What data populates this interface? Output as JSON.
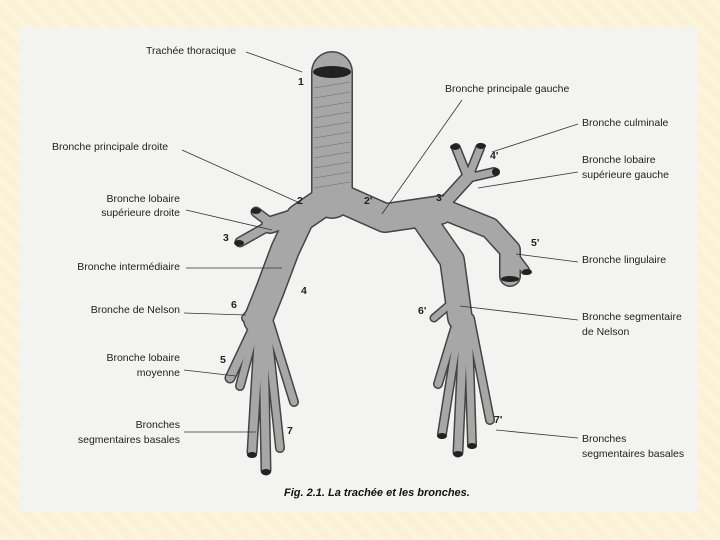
{
  "labels": {
    "trachee": "Trachée thoracique",
    "bpg": "Bronche principale gauche",
    "bculm": "Bronche culminale",
    "bpd": "Bronche principale droite",
    "blsg_1": "Bronche lobaire",
    "blsg_2": "supérieure gauche",
    "blsd_1": "Bronche lobaire",
    "blsd_2": "supérieure droite",
    "binter": "Bronche intermédiaire",
    "bling": "Bronche lingulaire",
    "bnelson": "Bronche de Nelson",
    "bseg_1": "Bronche segmentaire",
    "bseg_2": "de Nelson",
    "blm_1": "Bronche lobaire",
    "blm_2": "moyenne",
    "bsb_1": "Bronches",
    "bsb_2": "segmentaires basales",
    "bsbg_1": "Bronches",
    "bsbg_2": "segmentaires basales"
  },
  "numbers": {
    "n1": "1",
    "n2": "2",
    "n2p": "2'",
    "n3": "3",
    "n3p": "3'",
    "n4": "4",
    "n4p": "4'",
    "n5p": "5'",
    "n5": "5",
    "n6": "6",
    "n6p": "6'",
    "n7": "7",
    "n7p": "7'"
  },
  "caption": "Fig. 2.1. La trachée et les bronches."
}
